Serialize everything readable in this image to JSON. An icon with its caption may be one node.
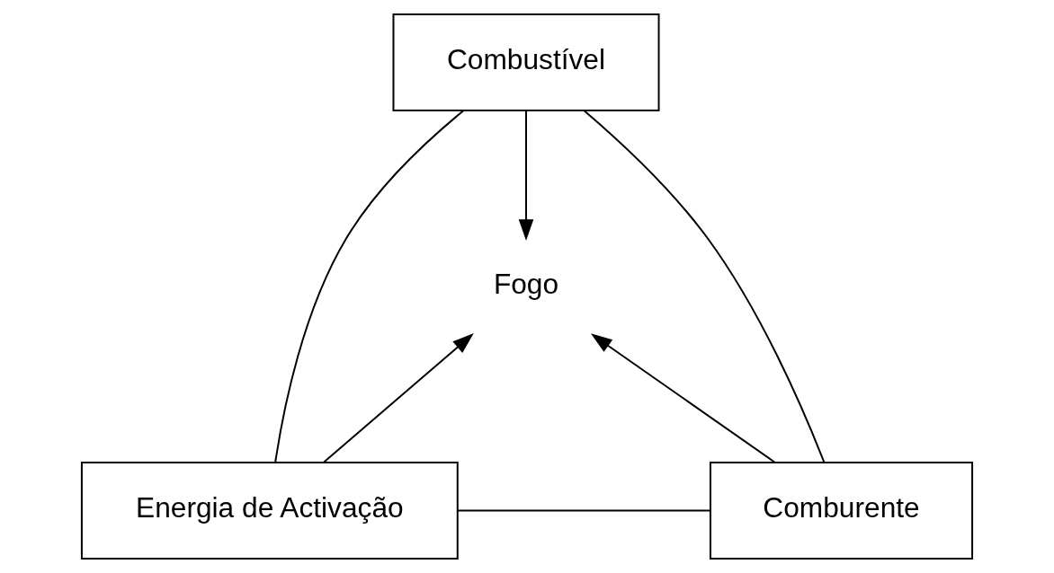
{
  "diagram": {
    "nodes": [
      {
        "text": [
          "Combustível"
        ]
      },
      {
        "text": [
          "Fogo"
        ]
      },
      {
        "text": [
          "Energia de Activação"
        ]
      },
      {
        "text": [
          "Comburente"
        ]
      }
    ],
    "edges": [
      {
        "from": 0,
        "to": 2,
        "arrow": "none"
      },
      {
        "from": 0,
        "to": 3,
        "arrow": "none"
      },
      {
        "from": 2,
        "to": 3,
        "arrow": "none"
      },
      {
        "from": 0,
        "to": 1,
        "arrow": "to"
      },
      {
        "from": 2,
        "to": 1,
        "arrow": "to"
      },
      {
        "from": 3,
        "to": 1,
        "arrow": "to"
      }
    ]
  }
}
